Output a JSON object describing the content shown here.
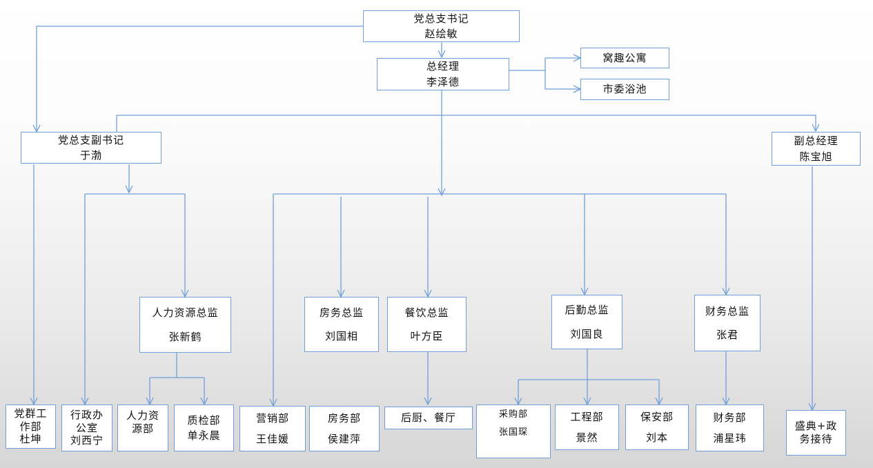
{
  "nodes": {
    "secretary": {
      "title": "党总支书记",
      "name": "赵绘敏"
    },
    "gm": {
      "title": "总经理",
      "name": "李泽德"
    },
    "wo_qu": {
      "title": "窝趣公寓"
    },
    "shi_wei": {
      "title": "市委浴池"
    },
    "deputy_secretary": {
      "title": "党总支副书记",
      "name": "于渤"
    },
    "deputy_gm": {
      "title": "副总经理",
      "name": "陈宝旭"
    },
    "hr_director": {
      "title": "人力资源总监",
      "name": "张新鹤"
    },
    "rooms_director": {
      "title": "房务总监",
      "name": "刘国相"
    },
    "fnb_director": {
      "title": "餐饮总监",
      "name": "叶方臣"
    },
    "logistics_director": {
      "title": "后勤总监",
      "name": "刘国良"
    },
    "finance_director": {
      "title": "财务总监",
      "name": "张君"
    },
    "party_dept": {
      "line1": "党群工",
      "line2": "作部",
      "name": "杜坤"
    },
    "admin_office": {
      "line1": "行政办",
      "line2": "公室",
      "name": "刘西宁"
    },
    "hr_dept": {
      "line1": "人力资",
      "line2": "源部"
    },
    "qc_dept": {
      "title": "质检部",
      "name": "单永晨"
    },
    "marketing_dept": {
      "title": "营销部",
      "name": "王佳媛"
    },
    "rooms_dept": {
      "title": "房务部",
      "name": "侯建萍"
    },
    "kitchen": {
      "title": "后厨、餐厅"
    },
    "purchasing_dept": {
      "title": "采购部",
      "name": "张国琛"
    },
    "engineering_dept": {
      "title": "工程部",
      "name": "景然"
    },
    "security_dept": {
      "title": "保安部",
      "name": "刘本"
    },
    "finance_dept": {
      "title": "财务部",
      "name": "浦星玮"
    },
    "ceremony": {
      "line1": "盛典+政",
      "line2": "务接待"
    }
  },
  "colors": {
    "box_border": "#6f9fd8",
    "connector": "#6f9fd8",
    "box_fill": "#ffffff"
  }
}
